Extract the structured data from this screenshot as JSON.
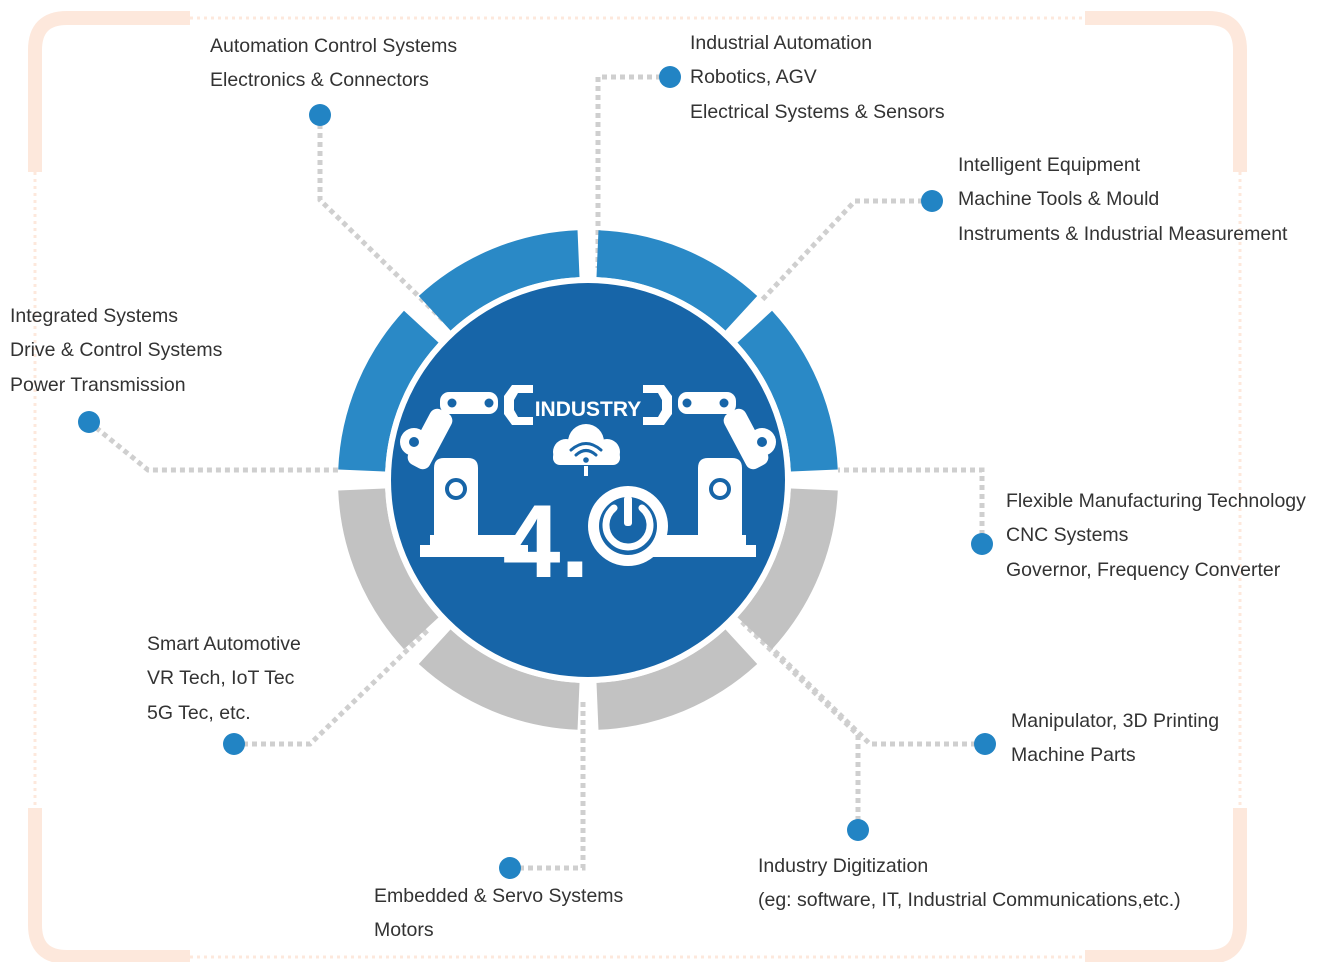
{
  "colors": {
    "frame": "#fde8dc",
    "connector": "#cfcfcf",
    "node": "#2284c4",
    "segment_blue": "#2a89c6",
    "segment_gray": "#c2c2c2",
    "core": "#1765a8",
    "icon": "#ffffff",
    "text": "#333333"
  },
  "center": {
    "badge_text": "INDUSTRY",
    "version": "4.",
    "icons": [
      "robot-arm-left-icon",
      "robot-arm-right-icon",
      "cloud-wifi-icon",
      "power-icon"
    ]
  },
  "groups": [
    {
      "id": "automation-control",
      "lines": [
        "Automation Control Systems",
        "Electronics & Connectors"
      ]
    },
    {
      "id": "industrial-automation",
      "lines": [
        "Industrial Automation",
        "Robotics, AGV",
        "Electrical Systems & Sensors"
      ]
    },
    {
      "id": "intelligent-equipment",
      "lines": [
        "Intelligent Equipment",
        "Machine Tools & Mould",
        "Instruments & Industrial Measurement"
      ]
    },
    {
      "id": "integrated-systems",
      "lines": [
        "Integrated Systems",
        "Drive & Control Systems",
        "Power Transmission"
      ]
    },
    {
      "id": "flexible-manufacturing",
      "lines": [
        "Flexible Manufacturing Technology",
        "CNC Systems",
        "Governor, Frequency Converter"
      ]
    },
    {
      "id": "smart-automotive",
      "lines": [
        "Smart Automotive",
        "VR Tech, IoT Tec",
        "5G Tec, etc."
      ]
    },
    {
      "id": "manipulator",
      "lines": [
        "Manipulator, 3D Printing",
        "Machine Parts"
      ]
    },
    {
      "id": "industry-digitization",
      "lines": [
        "Industry Digitization",
        "(eg: software, IT, Industrial Communications,etc.)"
      ]
    },
    {
      "id": "embedded-servo",
      "lines": [
        "Embedded & Servo Systems",
        "Motors"
      ]
    }
  ]
}
